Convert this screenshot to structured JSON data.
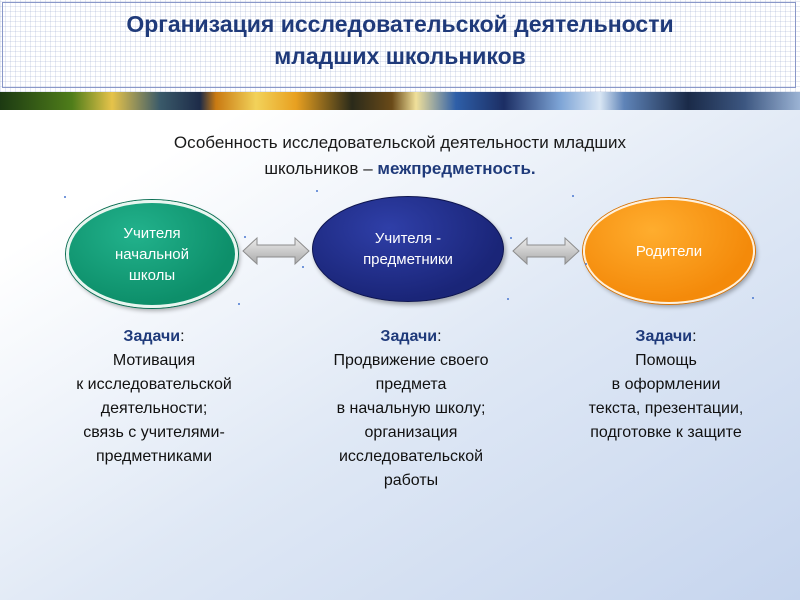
{
  "title_lines": [
    "Организация исследовательской деятельности",
    "младших школьников"
  ],
  "subtitle": {
    "line1": "Особенность исследовательской деятельности младших",
    "line2_prefix": "школьников – ",
    "line2_accent": "межпредметность."
  },
  "nodes": {
    "teachers": [
      "Учителя",
      "начальной",
      "школы"
    ],
    "subject_teachers": [
      "Учителя -",
      "предметники"
    ],
    "parents": [
      "Родители"
    ]
  },
  "tasks": [
    {
      "head": "Задачи",
      "colon": ":",
      "lines": [
        "Мотивация",
        "к исследовательской",
        "деятельности;",
        "связь с учителями-",
        "предметниками"
      ]
    },
    {
      "head": "Задачи",
      "colon": ":",
      "lines": [
        "Продвижение своего",
        "предмета",
        "в начальную школу;",
        "организация",
        "исследовательской",
        "работы"
      ]
    },
    {
      "head": "Задачи",
      "colon": ":",
      "lines": [
        "Помощь",
        "в оформлении",
        "текста, презентации,",
        "подготовке к защите"
      ]
    }
  ],
  "colors": {
    "title": "#1f3a7a",
    "teachers_node": "#0d8f6a",
    "subject_node": "#1a2578",
    "parents_node": "#f48a0a",
    "arrow": "#c8c8c8"
  }
}
